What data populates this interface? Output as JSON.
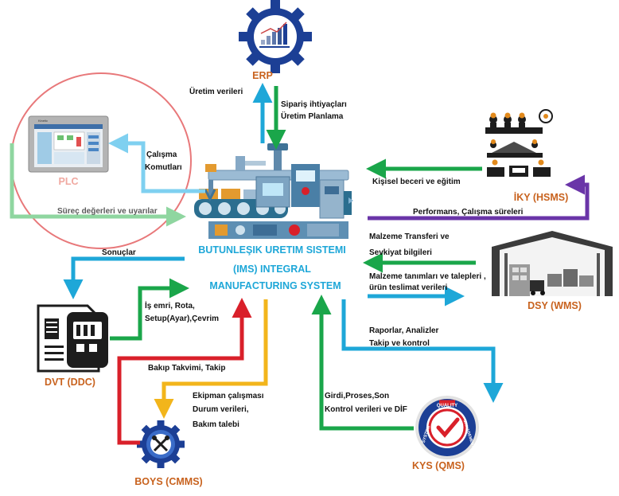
{
  "nodes": {
    "erp": "ERP",
    "plc": "PLC",
    "iky": "İKY (HSMS)",
    "dsy": "DSY (WMS)",
    "dvt": "DVT (DDC)",
    "boys": "BOYS (CMMS)",
    "kys": "KYS (QMS)"
  },
  "center": {
    "line1": "BUTUNLEŞIK URETIM SISTEMI",
    "line2": "(IMS)  INTEGRAL",
    "line3": "MANUFACTURING SYSTEM"
  },
  "kys_badge": {
    "top": "QUALITY",
    "left": "SYSTEM",
    "right": "MANAGEMENT"
  },
  "labels": {
    "uretim_verileri": "Üretim verileri",
    "siparis_1": "Sipariş ihtiyaçları",
    "siparis_2": "Üretim Planlama",
    "calisma_1": "Çalışma",
    "calisma_2": "Komutları",
    "surec": "Süreç değerleri ve uyarılar",
    "kisisel": "Kişisel beceri ve eğitim",
    "performans": "Performans, Çalışma süreleri",
    "malzeme_t1": "Malzeme Transferi ve",
    "malzeme_t2": "Sevkiyat bilgileri",
    "malzeme_d1": "Malzeme tanımları ve talepleri ,",
    "malzeme_d2": "ürün teslimat verileri",
    "sonuclar": "Sonuçlar",
    "is_emri_1": "İş emri, Rota,",
    "is_emri_2": "Setup(Ayar),Çevrim",
    "bakip": "Bakıp Takvimi, Takip",
    "ekipman_1": "Ekipman çalışması",
    "ekipman_2": "Durum verileri,",
    "ekipman_3": "Bakım talebi",
    "raporlar_1": "Raporlar, Analizler",
    "raporlar_2": "Takip ve kontrol",
    "girdi_1": "Girdi,Proses,Son",
    "girdi_2": "Kontrol verileri ve DİF"
  },
  "colors": {
    "blue": "#1ea7d8",
    "light_blue": "#7fd0f0",
    "green": "#1aa64a",
    "light_green": "#8fd6a0",
    "red": "#d9202a",
    "yellow": "#f2b51b",
    "purple": "#6a35a8",
    "orange": "#c8621e",
    "navy": "#1c3f95"
  }
}
